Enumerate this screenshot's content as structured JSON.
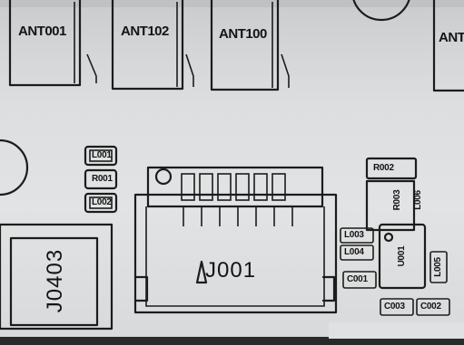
{
  "antenna_labels": {
    "ant1": "ANT001",
    "ant2": "ANT102",
    "ant3": "ANT100",
    "ant4": "ANT"
  },
  "left_components": {
    "l001": "L001",
    "r001": "R001",
    "l002": "L002"
  },
  "connector": {
    "label": "J001"
  },
  "shield_can": {
    "label": "J0403"
  },
  "right_components": {
    "r002": "R002",
    "r003": "R003",
    "l006": "L006",
    "l003": "L003",
    "l004": "L004",
    "u001": "U001",
    "l005": "L005",
    "c001": "C001",
    "c003": "C003",
    "c002": "C002"
  }
}
